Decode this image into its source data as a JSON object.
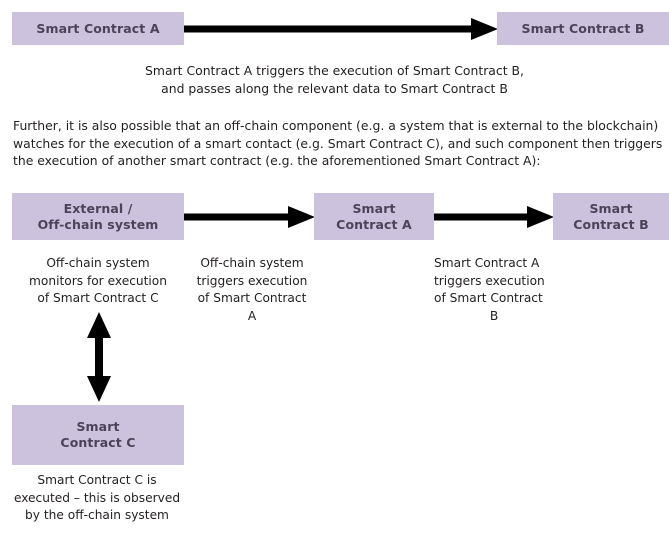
{
  "diagram": {
    "title": "Smart contract triggering and off-chain component diagram",
    "colors": {
      "box_fill": "#cdc2dd",
      "box_text": "#4b4458",
      "arrow": "#000000",
      "body_text": "#231f20",
      "background": "#ffffff"
    },
    "row1": {
      "box_a_label": "Smart Contract A",
      "box_b_label": "Smart Contract B",
      "arrow_label": "arrow-right",
      "caption": "Smart Contract A triggers the execution of Smart Contract B,\nand passes along the relevant data to Smart Contract B"
    },
    "paragraph": "Further, it is also possible that an off-chain component (e.g. a system that is external to the blockchain)\nwatches for the execution of a smart contact (e.g. Smart Contract C), and such component then triggers\nthe execution of another smart contract (e.g. the aforementioned Smart Contract A):",
    "row2": {
      "box_external_label": "External /\nOff-chain system",
      "box_a_label": "Smart\nContract A",
      "box_b_label": "Smart\nContract B",
      "arrow_1_label": "arrow-right",
      "arrow_2_label": "arrow-right",
      "caption_monitor": "Off-chain system\nmonitors for execution\nof Smart Contract C",
      "caption_triggers_a": "Off-chain system\ntriggers execution\nof Smart Contract\nA",
      "caption_triggers_b_lines": "Smart Contract A\ntriggers execution\nof Smart Contract",
      "caption_triggers_b_last": "B"
    },
    "row3": {
      "arrow_vertical_label": "double-headed-vertical-arrow",
      "box_c_label": "Smart\nContract C",
      "caption_exec_c": "Smart Contract C is\nexecuted – this is observed\nby the off-chain system"
    }
  }
}
